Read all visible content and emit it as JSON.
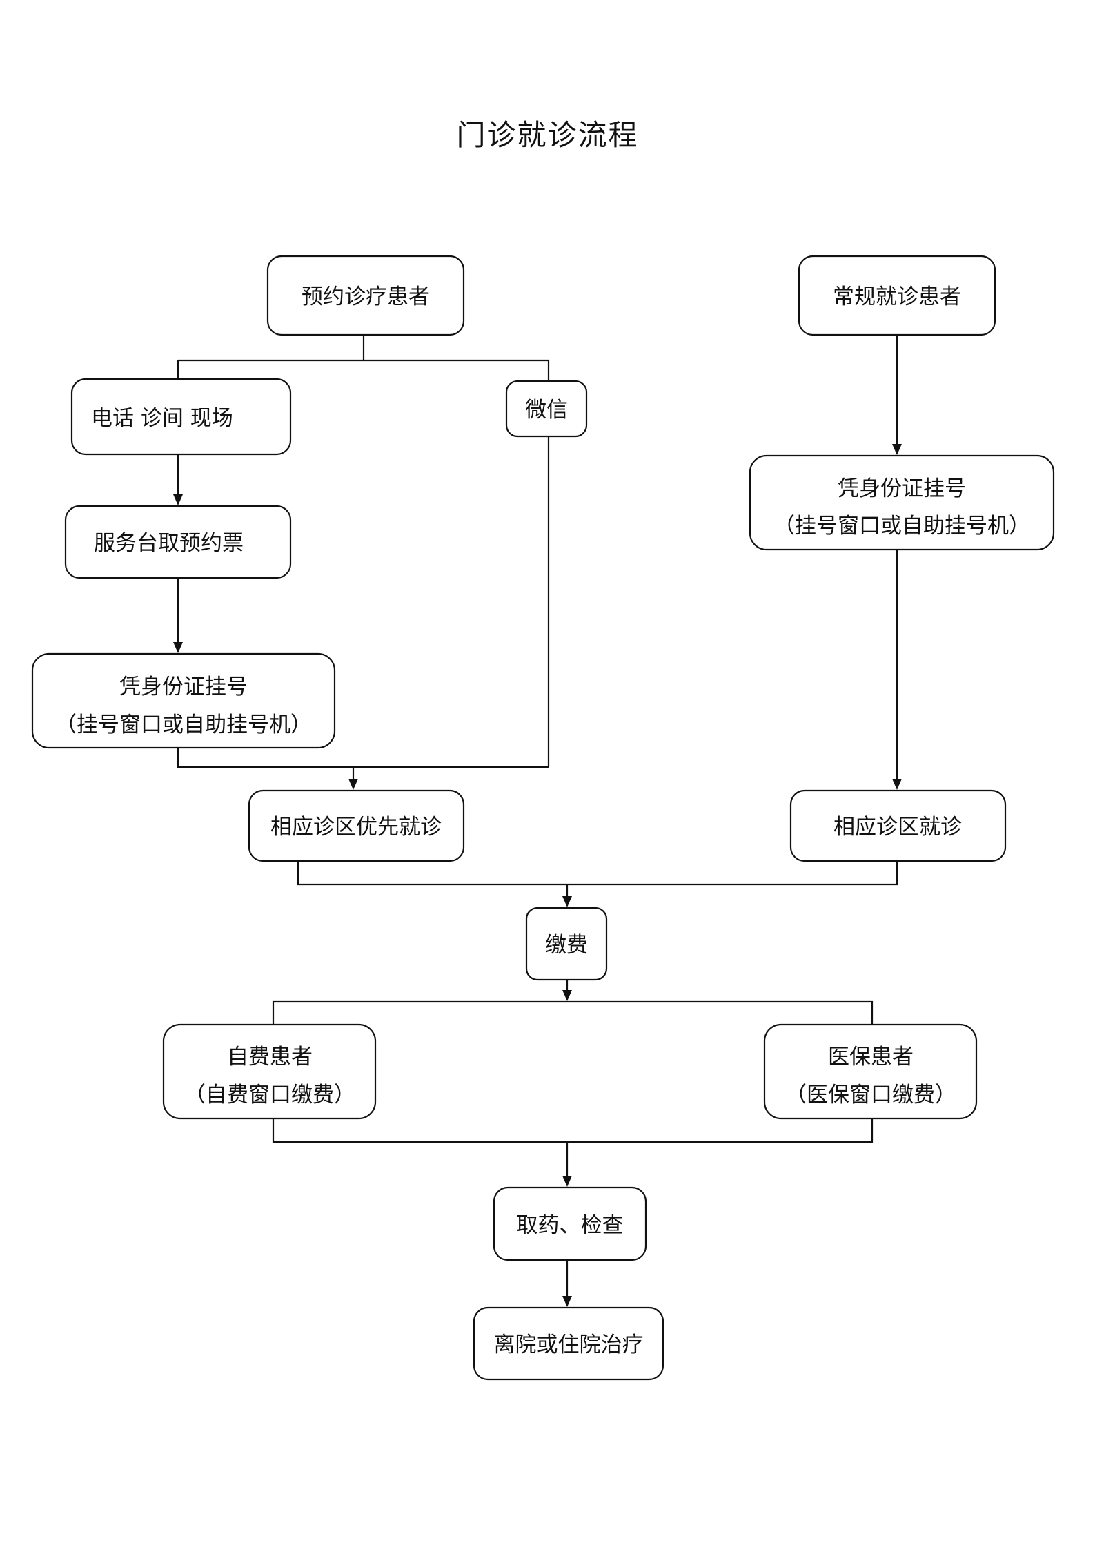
{
  "title": "门诊就诊流程",
  "nodes": {
    "appointment_patients": "预约诊疗患者",
    "regular_patients": "常规就诊患者",
    "phone_clinic_onsite": "电话 诊间 现场",
    "wechat": "微信",
    "service_desk": "服务台取预约票",
    "id_register_left_line1": "凭身份证挂号",
    "id_register_left_line2": "（挂号窗口或自助挂号机）",
    "id_register_right_line1": "凭身份证挂号",
    "id_register_right_line2": "（挂号窗口或自助挂号机）",
    "priority_visit": "相应诊区优先就诊",
    "regular_visit": "相应诊区就诊",
    "payment": "缴费",
    "self_pay_line1": "自费患者",
    "self_pay_line2": "（自费窗口缴费）",
    "insurance_line1": "医保患者",
    "insurance_line2": "（医保窗口缴费）",
    "medicine_exam": "取药、检查",
    "discharge": "离院或住院治疗"
  }
}
